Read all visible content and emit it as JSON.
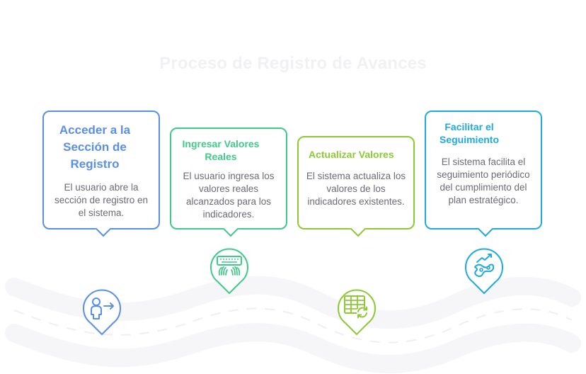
{
  "title": "Proceso de Registro de Avances",
  "steps": [
    {
      "title": "Acceder a la Sección de Registro",
      "text": "El usuario abre la sección de registro en el sistema.",
      "icon": "user-arrow-icon",
      "color": "#5a8fe8"
    },
    {
      "title": "Ingresar Valores Reales",
      "text": "El usuario ingresa los valores reales alcanzados para los indicadores.",
      "icon": "keyboard-hands-icon",
      "color": "#41c98a"
    },
    {
      "title": "Actualizar Valores",
      "text": "El sistema actualiza los valores de los indicadores existentes.",
      "icon": "table-refresh-icon",
      "color": "#8dc935"
    },
    {
      "title": "Facilitar el Seguimiento",
      "text": "El sistema facilita el seguimiento periódico del cumplimiento del plan estratégico.",
      "icon": "progress-chart-icon",
      "color": "#1faadf"
    }
  ]
}
